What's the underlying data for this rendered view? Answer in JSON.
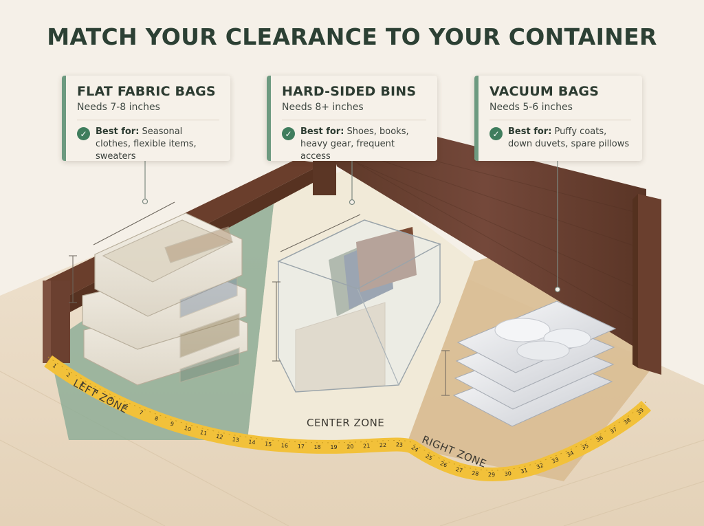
{
  "title": "MATCH YOUR CLEARANCE TO YOUR CONTAINER",
  "cards": [
    {
      "title": "FLAT FABRIC BAGS",
      "needs": "Needs 7-8 inches",
      "best_label": "Best for:",
      "best_text": " Seasonal clothes, flexible items, sweaters"
    },
    {
      "title": "HARD-SIDED BINS",
      "needs": "Needs 8+ inches",
      "best_label": "Best for:",
      "best_text": " Shoes, books, heavy gear, frequent access"
    },
    {
      "title": "VACUUM BAGS",
      "needs": "Needs 5-6 inches",
      "best_label": "Best for:",
      "best_text": " Puffy coats, down duvets, spare pillows"
    }
  ],
  "zones": {
    "left": "LEFT ZONE",
    "center": "CENTER ZONE",
    "right": "RIGHT ZONE"
  },
  "check_icon": "✓",
  "tape_numbers": [
    "1",
    "2",
    "3",
    "4",
    "5",
    "6",
    "7",
    "8",
    "9",
    "10",
    "11",
    "12",
    "13",
    "14",
    "15",
    "16",
    "17",
    "18",
    "19",
    "20",
    "21",
    "22",
    "23",
    "24",
    "25",
    "26",
    "27",
    "28",
    "29",
    "30",
    "31",
    "32",
    "33",
    "34",
    "35",
    "36",
    "37",
    "38",
    "39"
  ],
  "colors": {
    "left_zone": "#8fae98",
    "center_zone": "#f1ead8",
    "right_zone": "#d9bd92",
    "accent": "#6d9a80",
    "wood": "#6a4130",
    "tape": "#f2c13a"
  }
}
